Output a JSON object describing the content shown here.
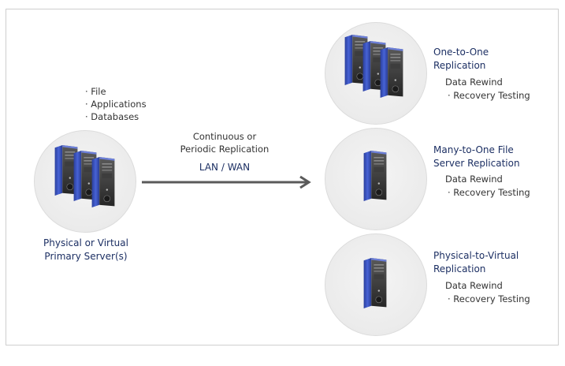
{
  "source": {
    "bullets": [
      "· File",
      "· Applications",
      "· Databases"
    ],
    "label_line1": "Physical or Virtual",
    "label_line2": "Primary Server(s)"
  },
  "link": {
    "line1": "Continuous or",
    "line2": "Periodic Replication",
    "network": "LAN / WAN"
  },
  "targets": [
    {
      "title_line1": "One-to-One",
      "title_line2": "Replication",
      "sub1": "Data Rewind",
      "sub2": "· Recovery Testing"
    },
    {
      "title_line1": "Many-to-One File",
      "title_line2": "Server Replication",
      "sub1": "Data Rewind",
      "sub2": "· Recovery Testing"
    },
    {
      "title_line1": "Physical-to-Virtual",
      "title_line2": "Replication",
      "sub1": "Data Rewind",
      "sub2": "· Recovery Testing"
    }
  ],
  "colors": {
    "title_navy": "#1c2f63",
    "server_blue": "#3a55c8",
    "arrow_gray": "#5a5a5a",
    "circle_fill": "#ebebeb"
  },
  "icons": [
    "server-tower-icon",
    "arrow-right-icon"
  ]
}
